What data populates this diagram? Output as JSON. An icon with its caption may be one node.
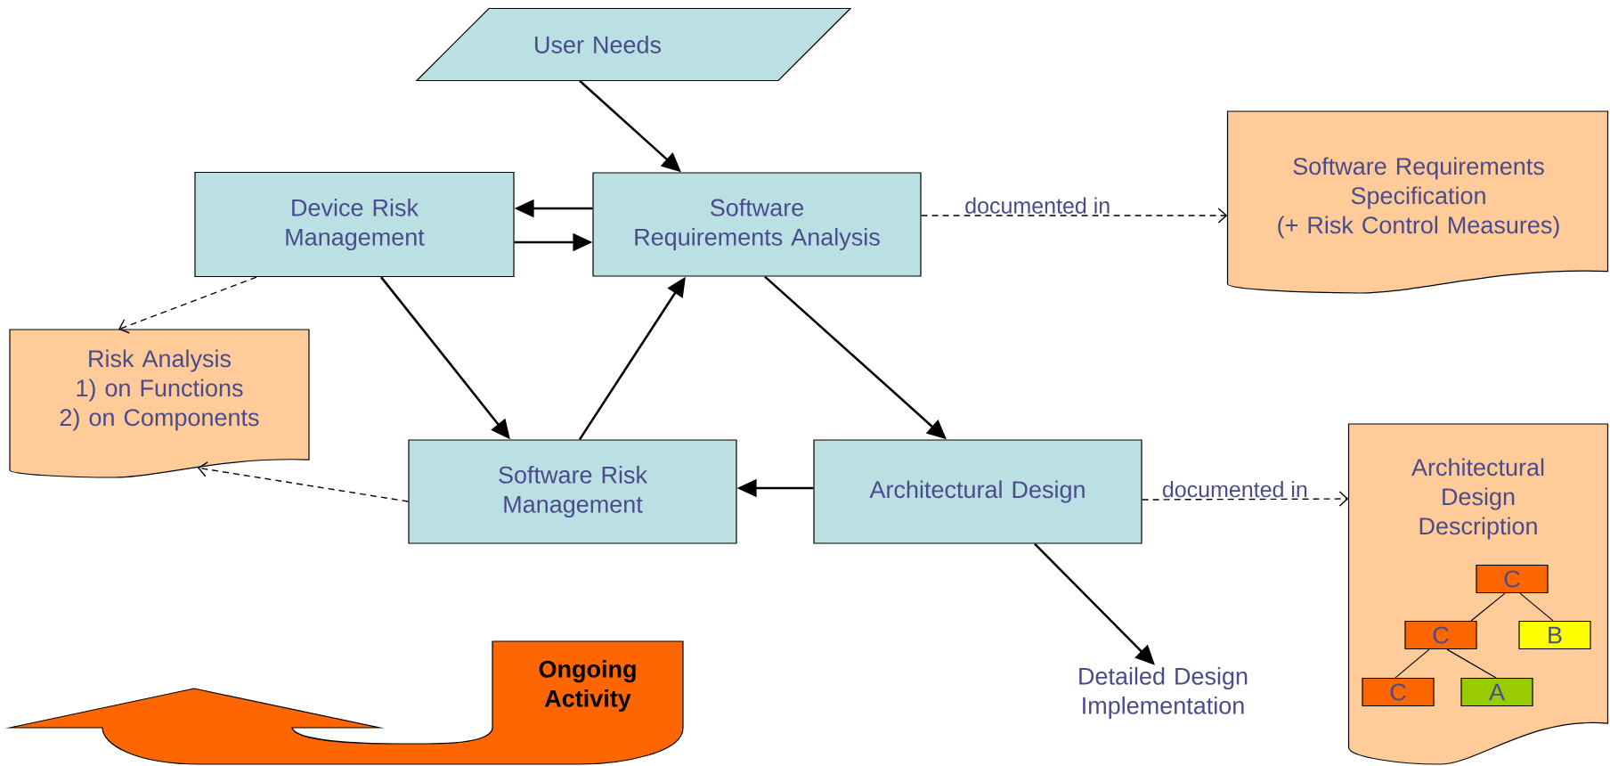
{
  "diagram": {
    "nodes": [
      {
        "text": [
          "User Needs"
        ]
      },
      {
        "text": [
          "Device Risk Management"
        ]
      },
      {
        "text": [
          "Software Requirements Analysis"
        ]
      },
      {
        "text": [
          "Software Requirements Specification",
          "(+ Risk Control Measures)"
        ]
      },
      {
        "text": [
          "Risk Analysis",
          "1) on Functions",
          "2) on Components"
        ]
      },
      {
        "text": [
          "Software Risk Management"
        ]
      },
      {
        "text": [
          "Architectural Design"
        ]
      },
      {
        "text": [
          "Architectural Design Description"
        ]
      },
      {
        "text": [
          "C"
        ],
        "in": 7
      },
      {
        "text": [
          "C"
        ],
        "in": 7
      },
      {
        "text": [
          "B"
        ],
        "in": 7
      },
      {
        "text": [
          "C"
        ],
        "in": 7
      },
      {
        "text": [
          "A"
        ],
        "in": 7
      },
      {
        "text": [
          "Detailed Design Implementation"
        ]
      },
      {
        "text": [
          "Ongoing Activity"
        ]
      }
    ],
    "edges": [
      {
        "from": 0,
        "to": 2,
        "arrow": "to"
      },
      {
        "from": 2,
        "to": 1,
        "arrow": "to"
      },
      {
        "from": 1,
        "to": 2,
        "arrow": "to"
      },
      {
        "from": 2,
        "to": 3,
        "arrow": "to",
        "style": "dashed",
        "label": "documented in"
      },
      {
        "from": 1,
        "to": 4,
        "arrow": "to",
        "style": "dashed"
      },
      {
        "from": 1,
        "to": 5,
        "arrow": "to"
      },
      {
        "from": 5,
        "to": 2,
        "arrow": "to"
      },
      {
        "from": 2,
        "to": 6,
        "arrow": "to"
      },
      {
        "from": 6,
        "to": 5,
        "arrow": "to"
      },
      {
        "from": 5,
        "to": 4,
        "arrow": "to",
        "style": "dashed"
      },
      {
        "from": 6,
        "to": 7,
        "arrow": "to",
        "style": "dashed",
        "label": "documented in"
      },
      {
        "from": 6,
        "to": 13,
        "arrow": "to"
      },
      {
        "from": 8,
        "to": 9,
        "arrow": "none"
      },
      {
        "from": 8,
        "to": 10,
        "arrow": "none"
      },
      {
        "from": 9,
        "to": 11,
        "arrow": "none"
      },
      {
        "from": 9,
        "to": 12,
        "arrow": "none"
      }
    ]
  }
}
